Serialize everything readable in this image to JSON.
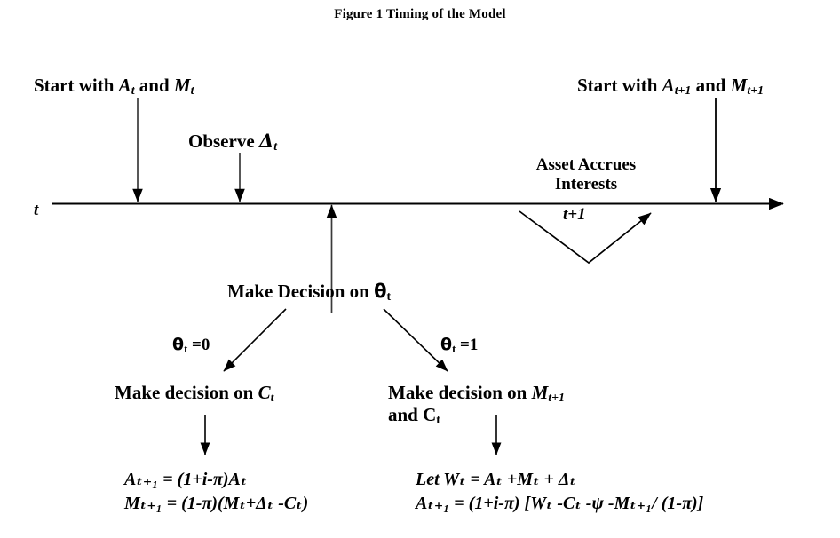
{
  "figure": {
    "title": "Figure 1     Timing of the Model",
    "timeline": {
      "start_label": "t",
      "mid_label": "t+1"
    },
    "labels": {
      "start_t": {
        "prefix": "Start with ",
        "var1": "A",
        "sub1": "t",
        "middle": " and ",
        "var2": "M",
        "sub2": "t"
      },
      "start_t1": {
        "prefix": "Start with ",
        "var1": "A",
        "sub1": "t+1",
        "middle": " and ",
        "var2": "M",
        "sub2": "t+1"
      },
      "observe": {
        "prefix": "Observe ",
        "var1": "Δ",
        "sub1": "t"
      },
      "asset_accrues_line1": "Asset Accrues",
      "asset_accrues_line2": "Interests",
      "make_decision_theta": {
        "prefix": "Make Decision on ",
        "sym": "θ",
        "sub": "t"
      },
      "theta_zero": {
        "sym": "θ",
        "sub": "t",
        "value": " =0"
      },
      "theta_one": {
        "sym": "θ",
        "sub": "t",
        "value": " =1"
      },
      "decision_left": {
        "prefix": "Make decision on ",
        "var1": "C",
        "sub1": "t"
      },
      "decision_right_line1": {
        "prefix": "Make decision on ",
        "var1": "M",
        "sub1": "t+1"
      },
      "decision_right_line2": {
        "prefix": "and C",
        "sub1": "t"
      }
    },
    "equations": {
      "left_line1": "Aₜ₊₁ = (1+i-π)Aₜ",
      "left_line2": "Mₜ₊₁ = (1-π)(Mₜ+Δₜ -Cₜ)",
      "right_line1": "Let Wₜ = Aₜ +Mₜ + Δₜ",
      "right_line2": "Aₜ₊₁ = (1+i-π) [Wₜ -Cₜ -ψ -Mₜ₊₁/ (1-π)]"
    },
    "colors": {
      "ink": "#000000",
      "background": "#ffffff",
      "thin_line": "#3a3a3a"
    }
  }
}
